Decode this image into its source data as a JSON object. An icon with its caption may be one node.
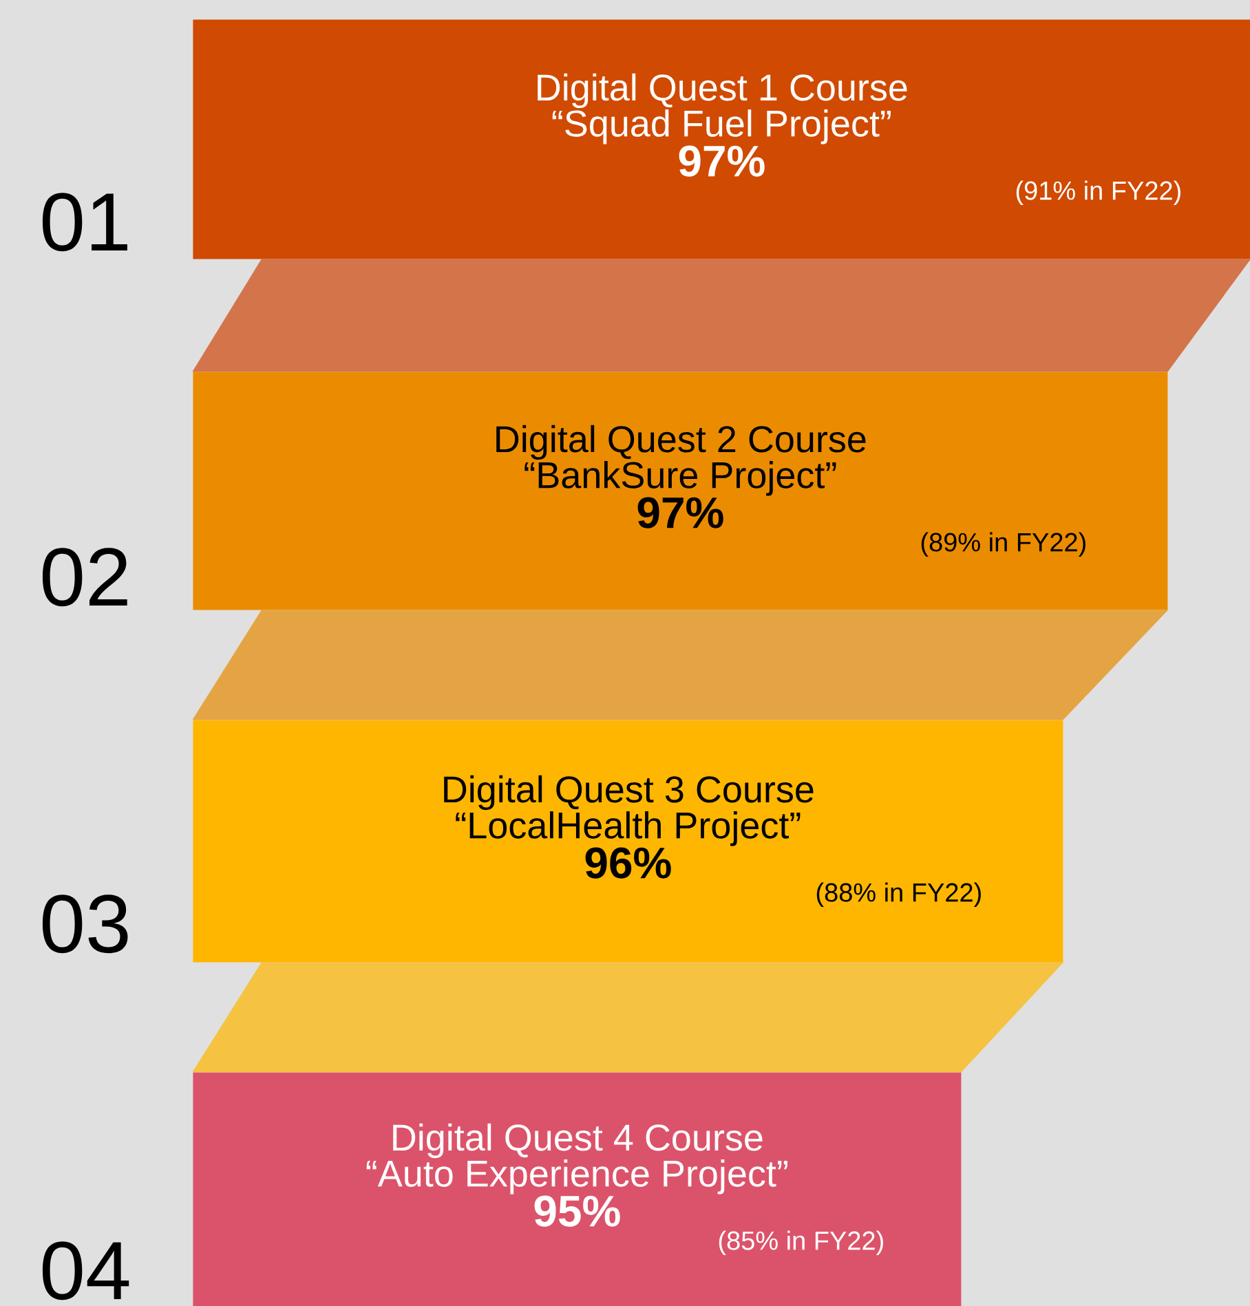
{
  "diagram": {
    "nodes": [
      {
        "text": [
          "Digital Quest 1 Course",
          "“Squad Fuel Project”",
          "97%",
          "(91% in FY22)"
        ]
      },
      {
        "text": [
          "Digital Quest 2 Course",
          "“BankSure Project”",
          "97%",
          "(89% in FY22)"
        ]
      },
      {
        "text": [
          "Digital Quest 3 Course",
          "“LocalHealth Project”",
          "96%",
          "(88% in FY22)"
        ]
      },
      {
        "text": [
          "Digital Quest 4 Course",
          "“Auto Experience Project”",
          "95%",
          "(85% in FY22)"
        ]
      }
    ],
    "edges": [
      {
        "from": 0,
        "to": 1,
        "arrow": "none",
        "color": "#d4744a"
      },
      {
        "from": 1,
        "to": 2,
        "arrow": "none",
        "color": "#e5a443"
      },
      {
        "from": 2,
        "to": 3,
        "arrow": "none",
        "color": "#f5c242"
      }
    ],
    "labels": [
      "01",
      "02",
      "03",
      "04"
    ]
  }
}
